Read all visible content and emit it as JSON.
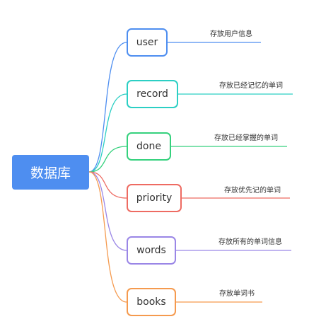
{
  "root": {
    "label": "数据库",
    "color": "#4e8ef0"
  },
  "branches": [
    {
      "label": "user",
      "note": "存放用户信息",
      "color": "#4e8ef0"
    },
    {
      "label": "record",
      "note": "存放已经记忆的单词",
      "color": "#2ccfc4"
    },
    {
      "label": "done",
      "note": "存放已经掌握的单词",
      "color": "#35d17d"
    },
    {
      "label": "priority",
      "note": "存放优先记的单词",
      "color": "#ee6b62"
    },
    {
      "label": "words",
      "note": "存放所有的单词信息",
      "color": "#9a86e6"
    },
    {
      "label": "books",
      "note": "存放单词书",
      "color": "#f59a4e"
    }
  ]
}
